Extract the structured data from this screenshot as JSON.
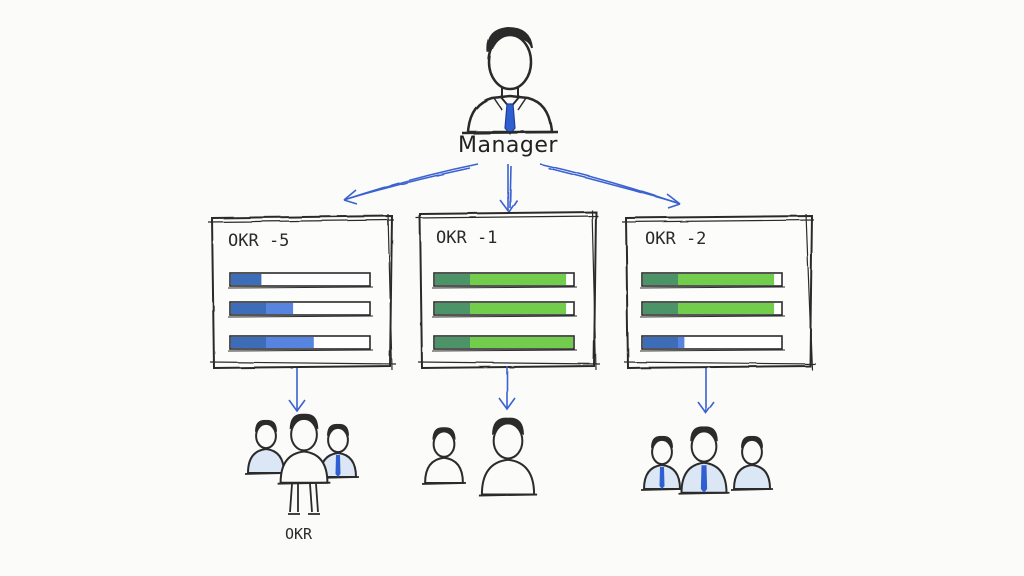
{
  "manager": {
    "label": "Manager"
  },
  "okr_cards": [
    {
      "title": "OKR -5",
      "bars": [
        {
          "progress": 0.22,
          "color": "#3a6fd8"
        },
        {
          "progress": 0.45,
          "color": "#3a6fd8"
        },
        {
          "progress": 0.6,
          "color": "#3a6fd8"
        }
      ]
    },
    {
      "title": "OKR -1",
      "bars": [
        {
          "progress": 0.95,
          "color": "#59c42e"
        },
        {
          "progress": 0.95,
          "color": "#59c42e"
        },
        {
          "progress": 1.0,
          "color": "#59c42e"
        }
      ]
    },
    {
      "title": "OKR -2",
      "bars": [
        {
          "progress": 0.95,
          "color": "#59c42e"
        },
        {
          "progress": 0.95,
          "color": "#59c42e"
        },
        {
          "progress": 0.3,
          "color": "#3a6fd8"
        }
      ]
    }
  ],
  "teams": [
    {
      "label": "OKR"
    },
    {
      "label": ""
    },
    {
      "label": ""
    }
  ],
  "colors": {
    "ink": "#2b2b2b",
    "arrow": "#3a62d0",
    "tie": "#2f5fd0",
    "shirt": "#dbe7f5"
  }
}
